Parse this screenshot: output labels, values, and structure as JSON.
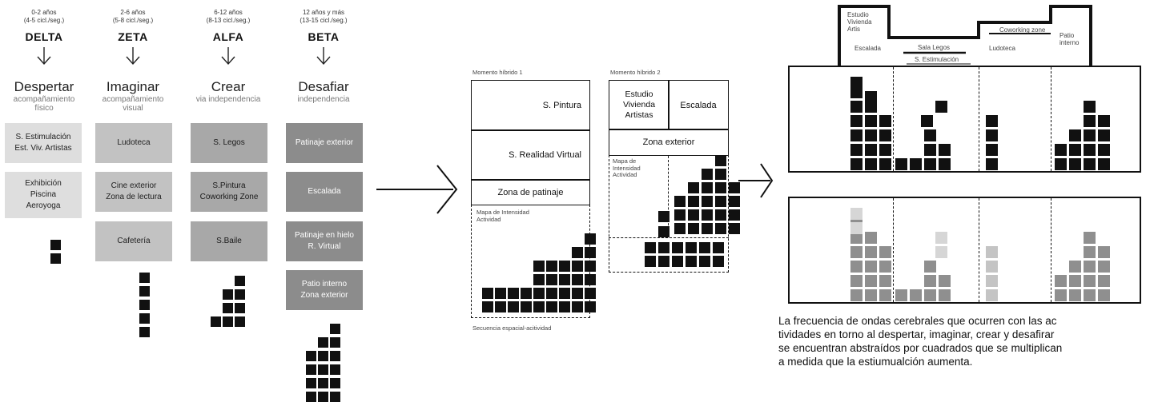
{
  "columns": [
    {
      "age": "0-2 años",
      "freq": "(4-5 cicl./seg.)",
      "greek": "DELTA",
      "verb": "Despertar",
      "sub": "acompañamiento físico",
      "boxes": [
        "S. Estimulación\nEst. Viv. Artistas",
        "Exhibición\nPiscina\nAeroyoga"
      ],
      "shade": "#dedede",
      "text_color": "#222",
      "squares": [
        1,
        1
      ]
    },
    {
      "age": "2-6 años",
      "freq": "(5-8 cicl./seg.)",
      "greek": "ZETA",
      "verb": "Imaginar",
      "sub": "acompañamiento visual",
      "boxes": [
        "Ludoteca",
        "Cine exterior\nZona de lectura",
        "Cafetería"
      ],
      "shade": "#c2c2c2",
      "text_color": "#222",
      "squares": [
        1,
        1,
        1,
        1,
        1
      ]
    },
    {
      "age": "6-12 años",
      "freq": "(8-13 cicl./seg.)",
      "greek": "ALFA",
      "verb": "Crear",
      "sub": "via independencia",
      "boxes": [
        "S. Legos",
        "S.Pintura\nCoworking Zone",
        "S.Baile"
      ],
      "shade": "#a8a8a8",
      "text_color": "#1a1a1a",
      "squares": [
        1,
        2,
        2,
        3
      ]
    },
    {
      "age": "12  años y más",
      "freq": "(13-15 cicl./seg.)",
      "greek": "BETA",
      "verb": "Desafiar",
      "sub": "independencia",
      "boxes": [
        "Patinaje exterior",
        "Escalada",
        "Patinaje en hielo\nR. Virtual",
        "Patio interno\nZona exterior"
      ],
      "shade": "#8c8c8c",
      "text_color": "#ffffff",
      "squares": [
        1,
        2,
        3,
        3,
        3,
        3
      ]
    }
  ],
  "hybrid1": {
    "title": "Momento híbrido 1",
    "rooms": [
      "S. Pintura",
      "S. Realidad Virtual",
      "Zona de patinaje"
    ],
    "map_label": "Mapa de Intensidad\nActividad",
    "caption": "Secuencia espacial-acitividad"
  },
  "hybrid2": {
    "title": "Momento híbrido 2",
    "rooms": [
      "Estudio\nVivienda\nArtistas",
      "Escalada",
      "Zona exterior"
    ],
    "map_label": "Mapa de\nIntensidad\nActividad"
  },
  "plan": {
    "labels": [
      "Estudio\nVivienda\nArtis",
      "Coworking zone",
      "Patio\ninterno",
      "Escalada",
      "Sala Legos",
      "Ludoteca",
      "S. Estimulación"
    ]
  },
  "paragraph": "La frecuencia de ondas cerebrales que ocurren con las ac\ntividades en torno al despertar, imaginar, crear y desafirar\nse encuentran abstraídos por cuadrados que se multiplican\na medida que la estiumualción aumenta.",
  "colors": {
    "black": "#111111",
    "light_gray": "#dddddd",
    "mid_gray": "#999999",
    "pale": "#cccccc"
  }
}
